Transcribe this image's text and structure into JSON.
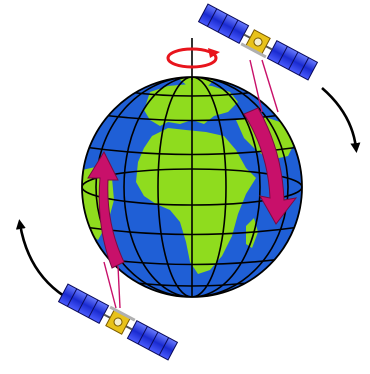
{
  "diagram": {
    "globe": {
      "ocean_color": "#1f5fd6",
      "land_color": "#8fdc1e",
      "grid_color": "#000000"
    },
    "rotation_indicator": {
      "color": "#e8141c",
      "icon": "rotation-arrow-icon"
    },
    "satellites": [
      {
        "id": "satellite-top-right",
        "icon": "satellite-icon"
      },
      {
        "id": "satellite-bottom-left",
        "icon": "satellite-icon"
      }
    ],
    "orbit_arrows": {
      "color": "#000000",
      "direction": "clockwise"
    },
    "motion_arrows": {
      "color": "#c8106a"
    },
    "signal_lines": {
      "color": "#c8106a"
    }
  }
}
